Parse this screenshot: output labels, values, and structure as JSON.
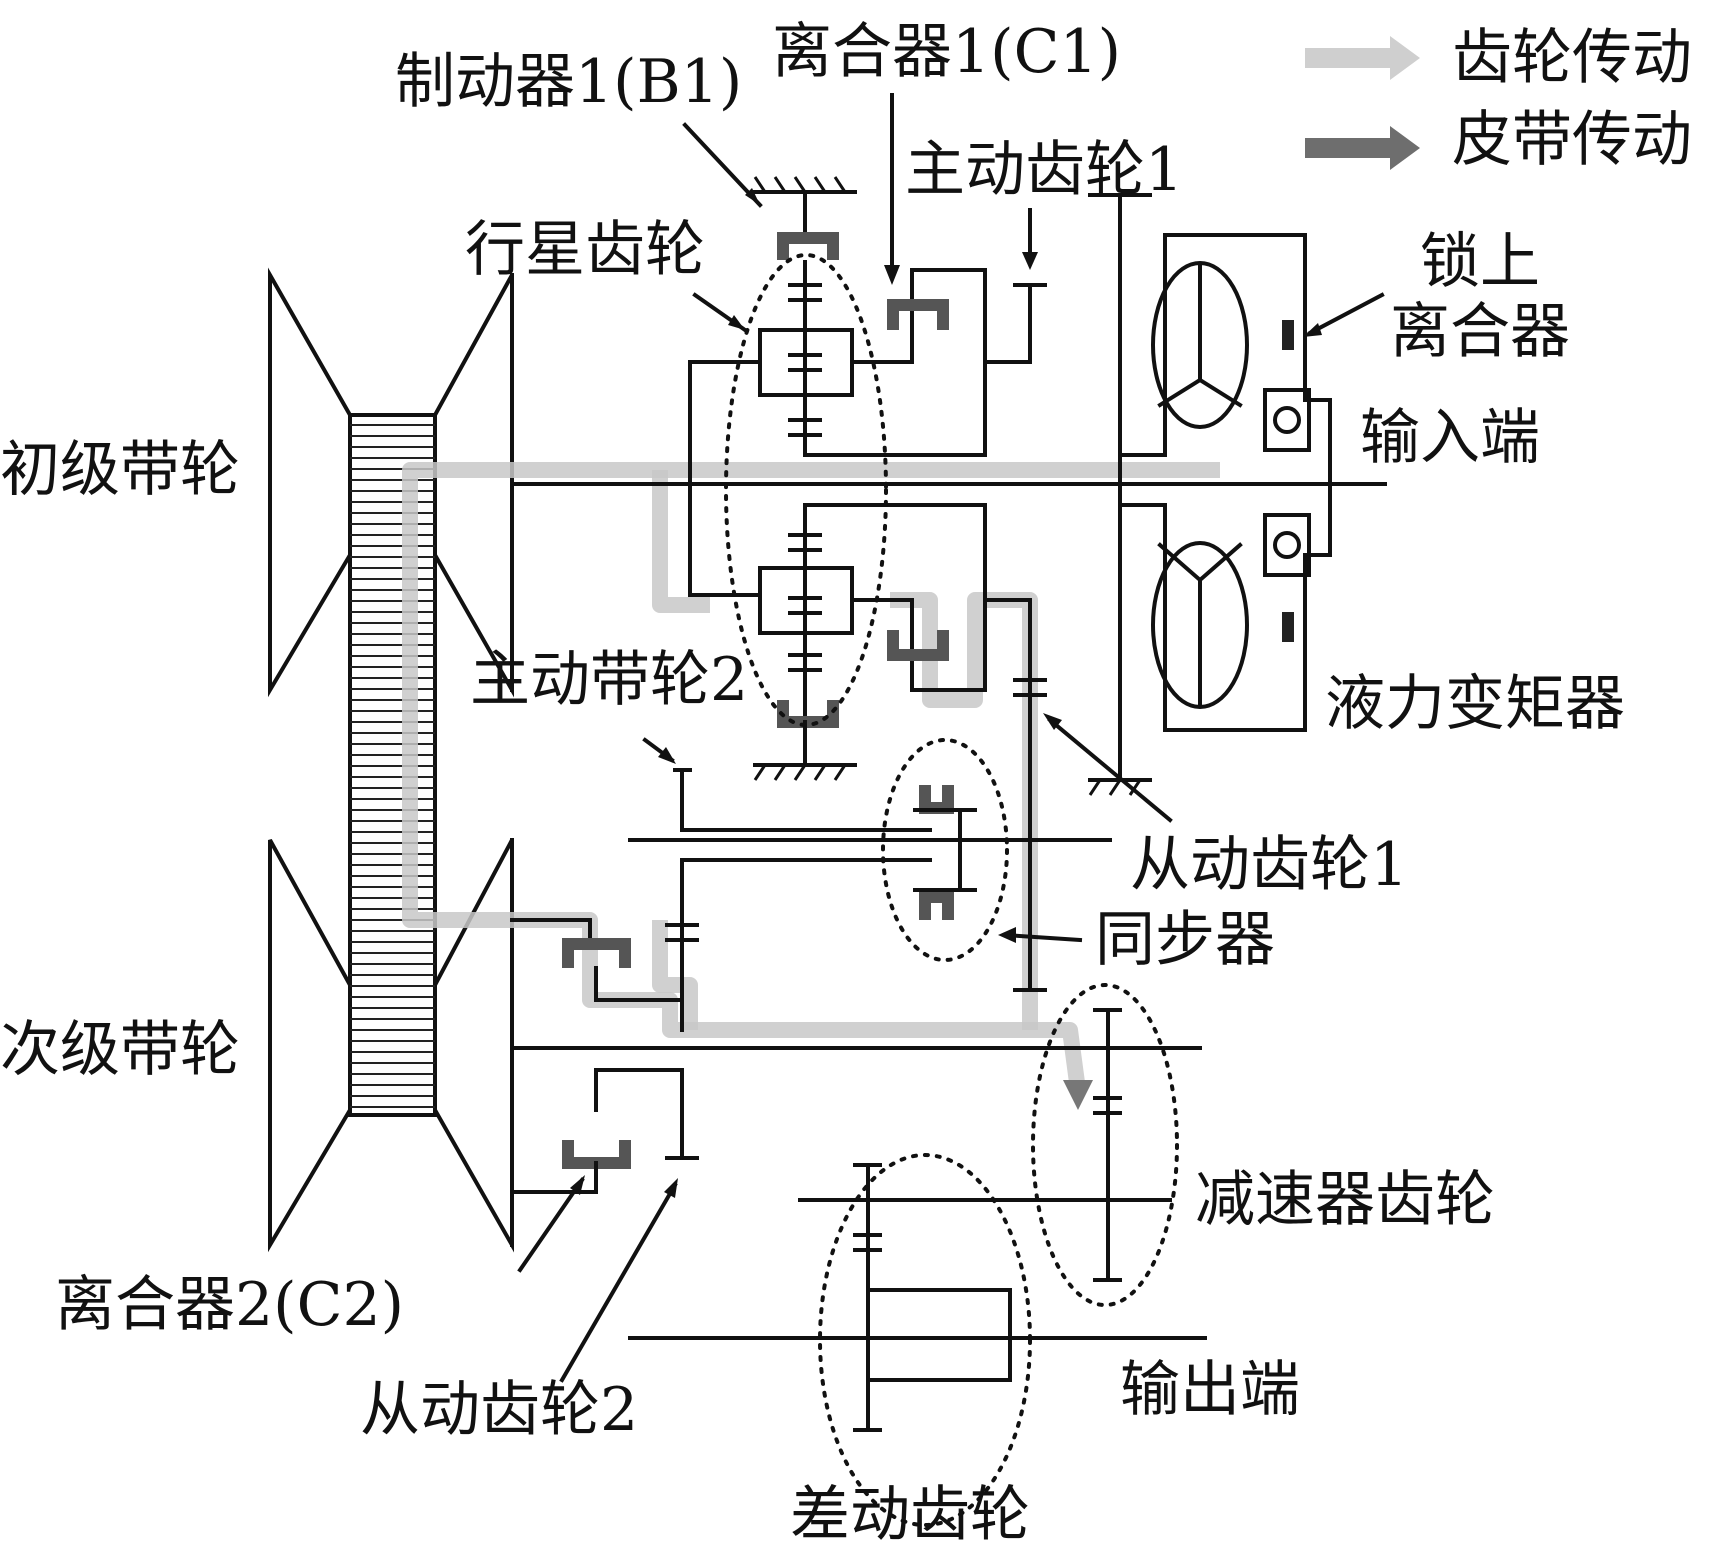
{
  "legend": {
    "gear_drive": "齿轮传动",
    "belt_drive": "皮带传动",
    "gear_color": "#c8c8c8",
    "belt_color": "#6e6e6e"
  },
  "labels": {
    "brake1": "制动器1(B1)",
    "clutch1": "离合器1(C1)",
    "drive_gear1": "主动齿轮1",
    "planetary_gear": "行星齿轮",
    "primary_pulley": "初级带轮",
    "secondary_pulley": "次级带轮",
    "lockup_clutch_line1": "锁上",
    "lockup_clutch_line2": "离合器",
    "input_end": "输入端",
    "torque_converter": "液力变矩器",
    "drive_pulley2": "主动带轮2",
    "driven_gear1": "从动齿轮1",
    "synchronizer": "同步器",
    "reducer_gear": "减速器齿轮",
    "clutch2": "离合器2(C2)",
    "driven_gear2": "从动齿轮2",
    "output_end": "输出端",
    "differential_gear": "差动齿轮"
  }
}
